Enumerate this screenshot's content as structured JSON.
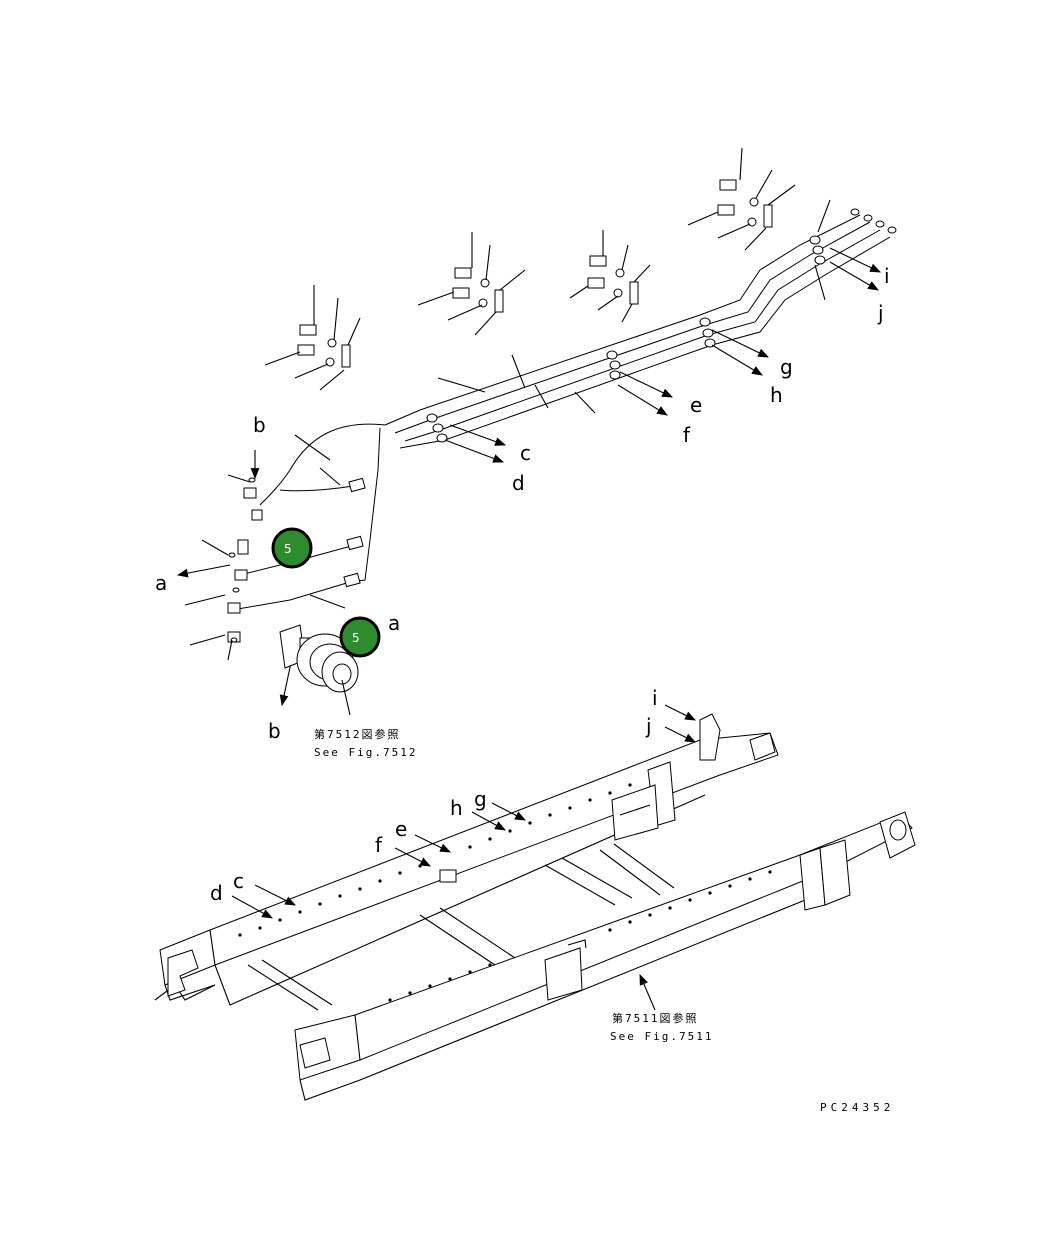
{
  "callouts": {
    "a": "a",
    "b": "b",
    "c": "c",
    "d": "d",
    "e": "e",
    "f": "f",
    "g": "g",
    "h": "h",
    "i": "i",
    "j": "j"
  },
  "references": {
    "fig7512_jp": "第7512図参照",
    "fig7512_en": "See Fig.7512",
    "fig7511_jp": "第7511図参照",
    "fig7511_en": "See Fig.7511"
  },
  "badges": [
    {
      "label": "5",
      "color": "#2e8b2e"
    },
    {
      "label": "5",
      "color": "#2e8b2e"
    }
  ],
  "drawing_code": "PC24352"
}
